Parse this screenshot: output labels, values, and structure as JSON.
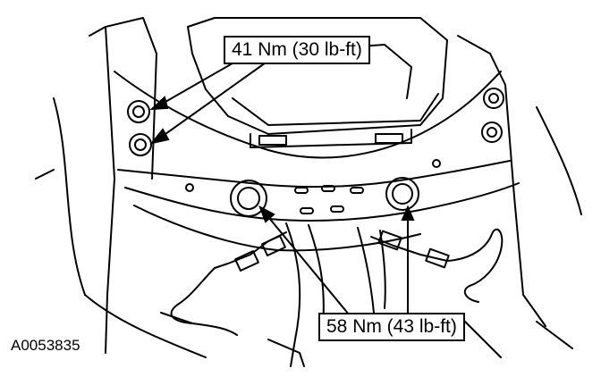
{
  "callouts": {
    "upper_torque": "41 Nm (30 lb-ft)",
    "lower_torque": "58 Nm (43 lb-ft)"
  },
  "figure_id": "A0053835",
  "colors": {
    "line": "#000000",
    "background": "#ffffff"
  }
}
